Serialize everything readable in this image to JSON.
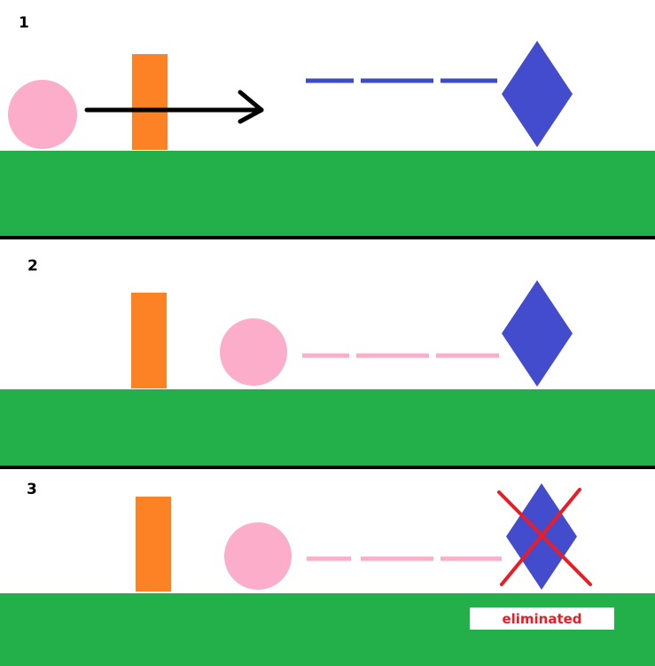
{
  "panels": [
    {
      "number": "1"
    },
    {
      "number": "2"
    },
    {
      "number": "3"
    }
  ],
  "status_label": "eliminated",
  "colors": {
    "ground": "#23b04b",
    "player": "#fcadc9",
    "block": "#fd8225",
    "enemy": "#424ccd",
    "enemy_sightline": "#3e4bc8",
    "player_sightline": "#fcadc9",
    "arrow": "#000000",
    "cross": "#ec1c24",
    "status_text": "#ec1c24",
    "divider": "#000000"
  },
  "icons": {
    "player": "pink-circle",
    "block": "orange-rectangle",
    "enemy": "blue-diamond",
    "movement": "right-arrow",
    "eliminated_mark": "red-x"
  }
}
